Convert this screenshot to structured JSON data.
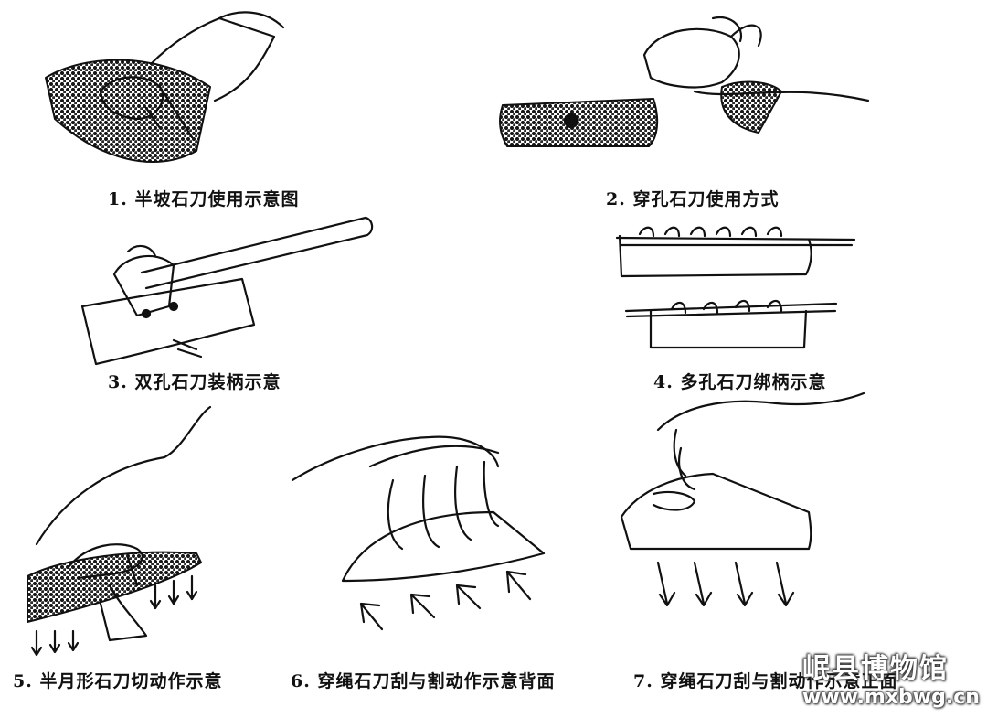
{
  "captions": {
    "c1": "1. 半坡石刀使用示意图",
    "c2": "2. 穿孔石刀使用方式",
    "c3": "3. 双孔石刀装柄示意",
    "c4": "4. 多孔石刀绑柄示意",
    "c5": "5. 半月形石刀切动作示意",
    "c6": "6. 穿绳石刀刮与割动作示意背面",
    "c7": "7. 穿绳石刀刮与割动作示意正面"
  },
  "watermark": {
    "name": "岷县博物馆",
    "url": "www.mxbwg.cn"
  }
}
